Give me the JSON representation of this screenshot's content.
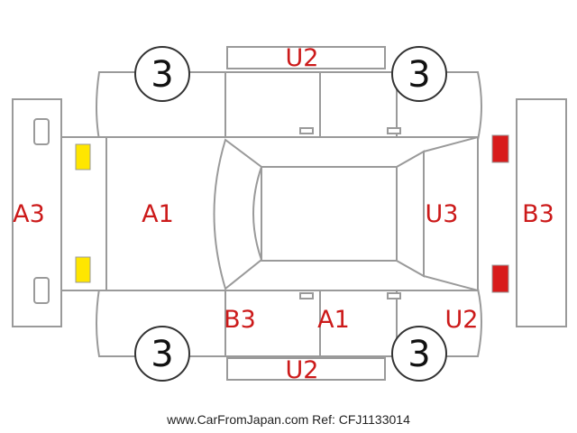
{
  "markers": {
    "rear_bumper": "A3",
    "hood": "A1",
    "front_bumper": "B3",
    "windshield": "U3",
    "roof_top": "U2",
    "roof_bottom": "U2",
    "lower_left_door": "B3",
    "lower_front_door": "A1",
    "lower_right_fender": "U2"
  },
  "tires": {
    "front_left": "3",
    "front_right": "3",
    "rear_left": "3",
    "rear_right": "3"
  },
  "lamp_colors": {
    "rear_lamps": "#ffe600",
    "front_lamps": "#d81b1b",
    "label_color": "#cc1a1a"
  },
  "footer": "www.CarFromJapan.com Ref: CFJ1133014"
}
